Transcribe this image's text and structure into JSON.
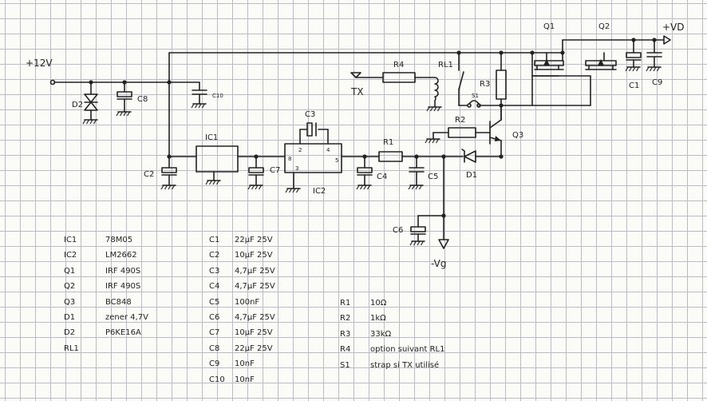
{
  "nets": {
    "vin": "+12V",
    "vd": "+VD",
    "vg": "-Vg",
    "tx": "TX"
  },
  "designators": {
    "q1": "Q1",
    "q2": "Q2",
    "q3": "Q3",
    "ic1": "IC1",
    "ic2": "IC2",
    "d1": "D1",
    "d2": "D2",
    "rl1": "RL1",
    "s1": "S1",
    "r1": "R1",
    "r2": "R2",
    "r3": "R3",
    "r4": "R4",
    "c1": "C1",
    "c2": "C2",
    "c3": "C3",
    "c4": "C4",
    "c5": "C5",
    "c6": "C6",
    "c7": "C7",
    "c8": "C8",
    "c9": "C9",
    "c10": "C10"
  },
  "ic2_pins": {
    "p2": "2",
    "p3": "3",
    "p4": "4",
    "p5": "5",
    "p8": "8"
  },
  "bom_semis": [
    {
      "ref": "IC1",
      "value": "78M05"
    },
    {
      "ref": "IC2",
      "value": "LM2662"
    },
    {
      "ref": "Q1",
      "value": "IRF 490S"
    },
    {
      "ref": "Q2",
      "value": "IRF 490S"
    },
    {
      "ref": "Q3",
      "value": "BC848"
    },
    {
      "ref": "D1",
      "value": "zener 4,7V"
    },
    {
      "ref": "D2",
      "value": "P6KE16A"
    },
    {
      "ref": "RL1",
      "value": ""
    }
  ],
  "bom_caps": [
    {
      "ref": "C1",
      "value": "22µF 25V"
    },
    {
      "ref": "C2",
      "value": "10µF 25V"
    },
    {
      "ref": "C3",
      "value": "4,7µF 25V"
    },
    {
      "ref": "C4",
      "value": "4,7µF 25V"
    },
    {
      "ref": "C5",
      "value": "100nF"
    },
    {
      "ref": "C6",
      "value": "4,7µF 25V"
    },
    {
      "ref": "C7",
      "value": "10µF 25V"
    },
    {
      "ref": "C8",
      "value": "22µF 25V"
    },
    {
      "ref": "C9",
      "value": "10nF"
    },
    {
      "ref": "C10",
      "value": "10nF"
    }
  ],
  "bom_res": [
    {
      "ref": "R1",
      "value": "10Ω"
    },
    {
      "ref": "R2",
      "value": "1kΩ"
    },
    {
      "ref": "R3",
      "value": "33kΩ"
    },
    {
      "ref": "R4",
      "value": "option suivant RL1"
    },
    {
      "ref": "S1",
      "value": "strap si TX utilisé"
    }
  ]
}
